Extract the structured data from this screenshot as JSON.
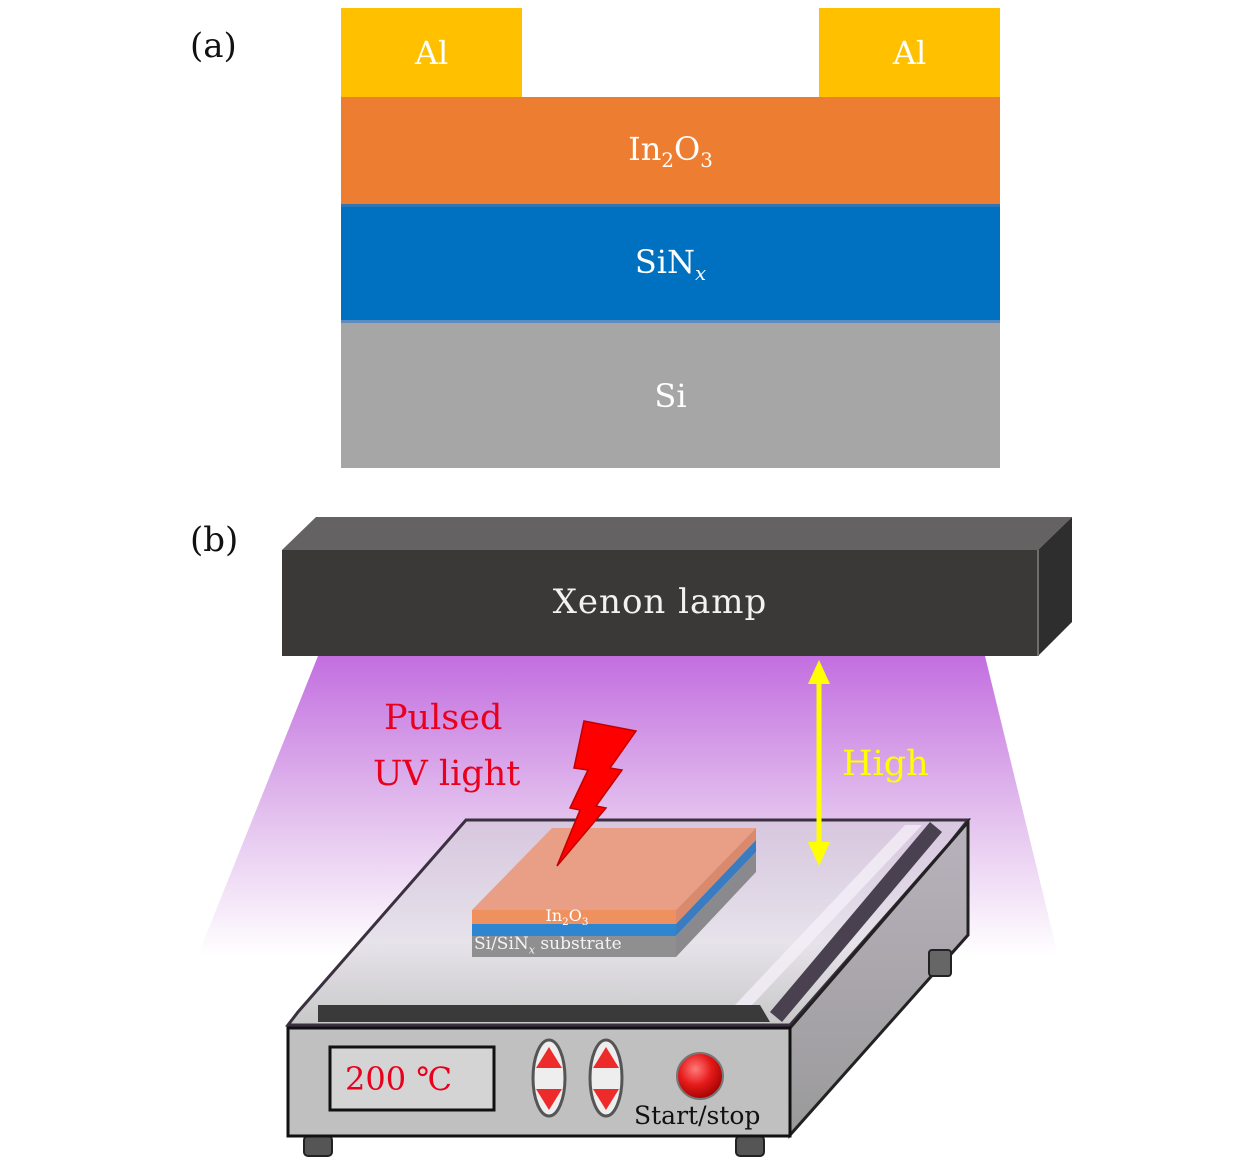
{
  "panel_a": {
    "label": "(a)",
    "layers": {
      "al_left": {
        "text": "Al",
        "color": "#ffc000"
      },
      "al_right": {
        "text": "Al",
        "color": "#ffc000"
      },
      "in2o3": {
        "base": "In",
        "sub1": "2",
        "mid": "O",
        "sub2": "3",
        "color": "#ed7d31"
      },
      "sinx": {
        "base": "SiN",
        "sub": "x",
        "color": "#0070c0"
      },
      "si": {
        "text": "Si",
        "color": "#a6a6a6"
      }
    }
  },
  "panel_b": {
    "label": "(b)",
    "lamp": {
      "text": "Xenon lamp",
      "color": "#3a3938"
    },
    "uv_label_line1": "Pulsed",
    "uv_label_line2": "UV light",
    "height_label": "High",
    "sample": {
      "top_label_base": "In",
      "top_label_sub1": "2",
      "top_label_mid": "O",
      "top_label_sub2": "3",
      "bottom_label_pre": "Si/SiN",
      "bottom_label_sub": "x",
      "bottom_label_post": " substrate"
    },
    "hotplate": {
      "temperature_display": "200 ℃",
      "start_stop_label": "Start/stop"
    },
    "colors": {
      "uv_text": "#e8001c",
      "high_text": "#ffff00",
      "arrow": "#ffff00",
      "bolt": "#ff0000",
      "beam_top": "#c36ee0"
    }
  }
}
